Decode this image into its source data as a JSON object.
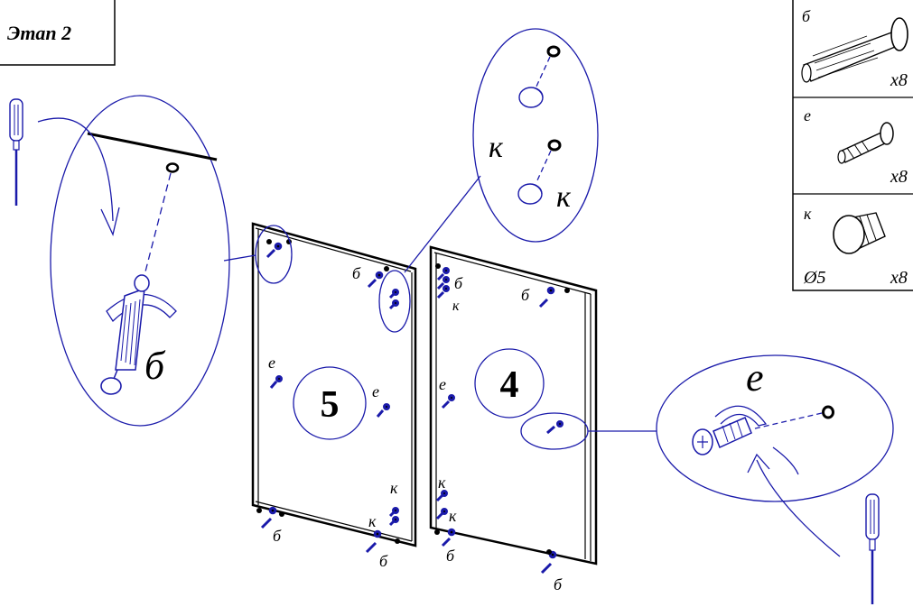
{
  "stage_label": "Этап 2",
  "panels": [
    {
      "id": "left",
      "number": "5"
    },
    {
      "id": "right",
      "number": "4"
    }
  ],
  "hardware_legend": [
    {
      "code": "б",
      "quantity": "x8",
      "diameter": ""
    },
    {
      "code": "е",
      "quantity": "x8",
      "diameter": ""
    },
    {
      "code": "к",
      "quantity": "x8",
      "diameter": "Ø5"
    }
  ],
  "callout_labels": {
    "top_detail_k1": "к",
    "top_detail_k2": "к",
    "left_detail_b": "б",
    "right_detail_e": "е"
  },
  "panel5_labels": {
    "b_top": "б",
    "e_left": "е",
    "e_right": "е",
    "k_bottom1": "к",
    "k_bottom2": "к",
    "b_bottom_left": "б",
    "b_bottom_right": "б"
  },
  "panel4_labels": {
    "b_top_left": "б",
    "k_top_left": "к",
    "b_top_right": "б",
    "e_left": "е",
    "k_bottom1": "к",
    "k_bottom2": "к",
    "b_bottom_left": "б",
    "b_bottom_right": "б"
  },
  "colors": {
    "line": "#000000",
    "detail": "#1a1aaa",
    "background": "#ffffff"
  }
}
